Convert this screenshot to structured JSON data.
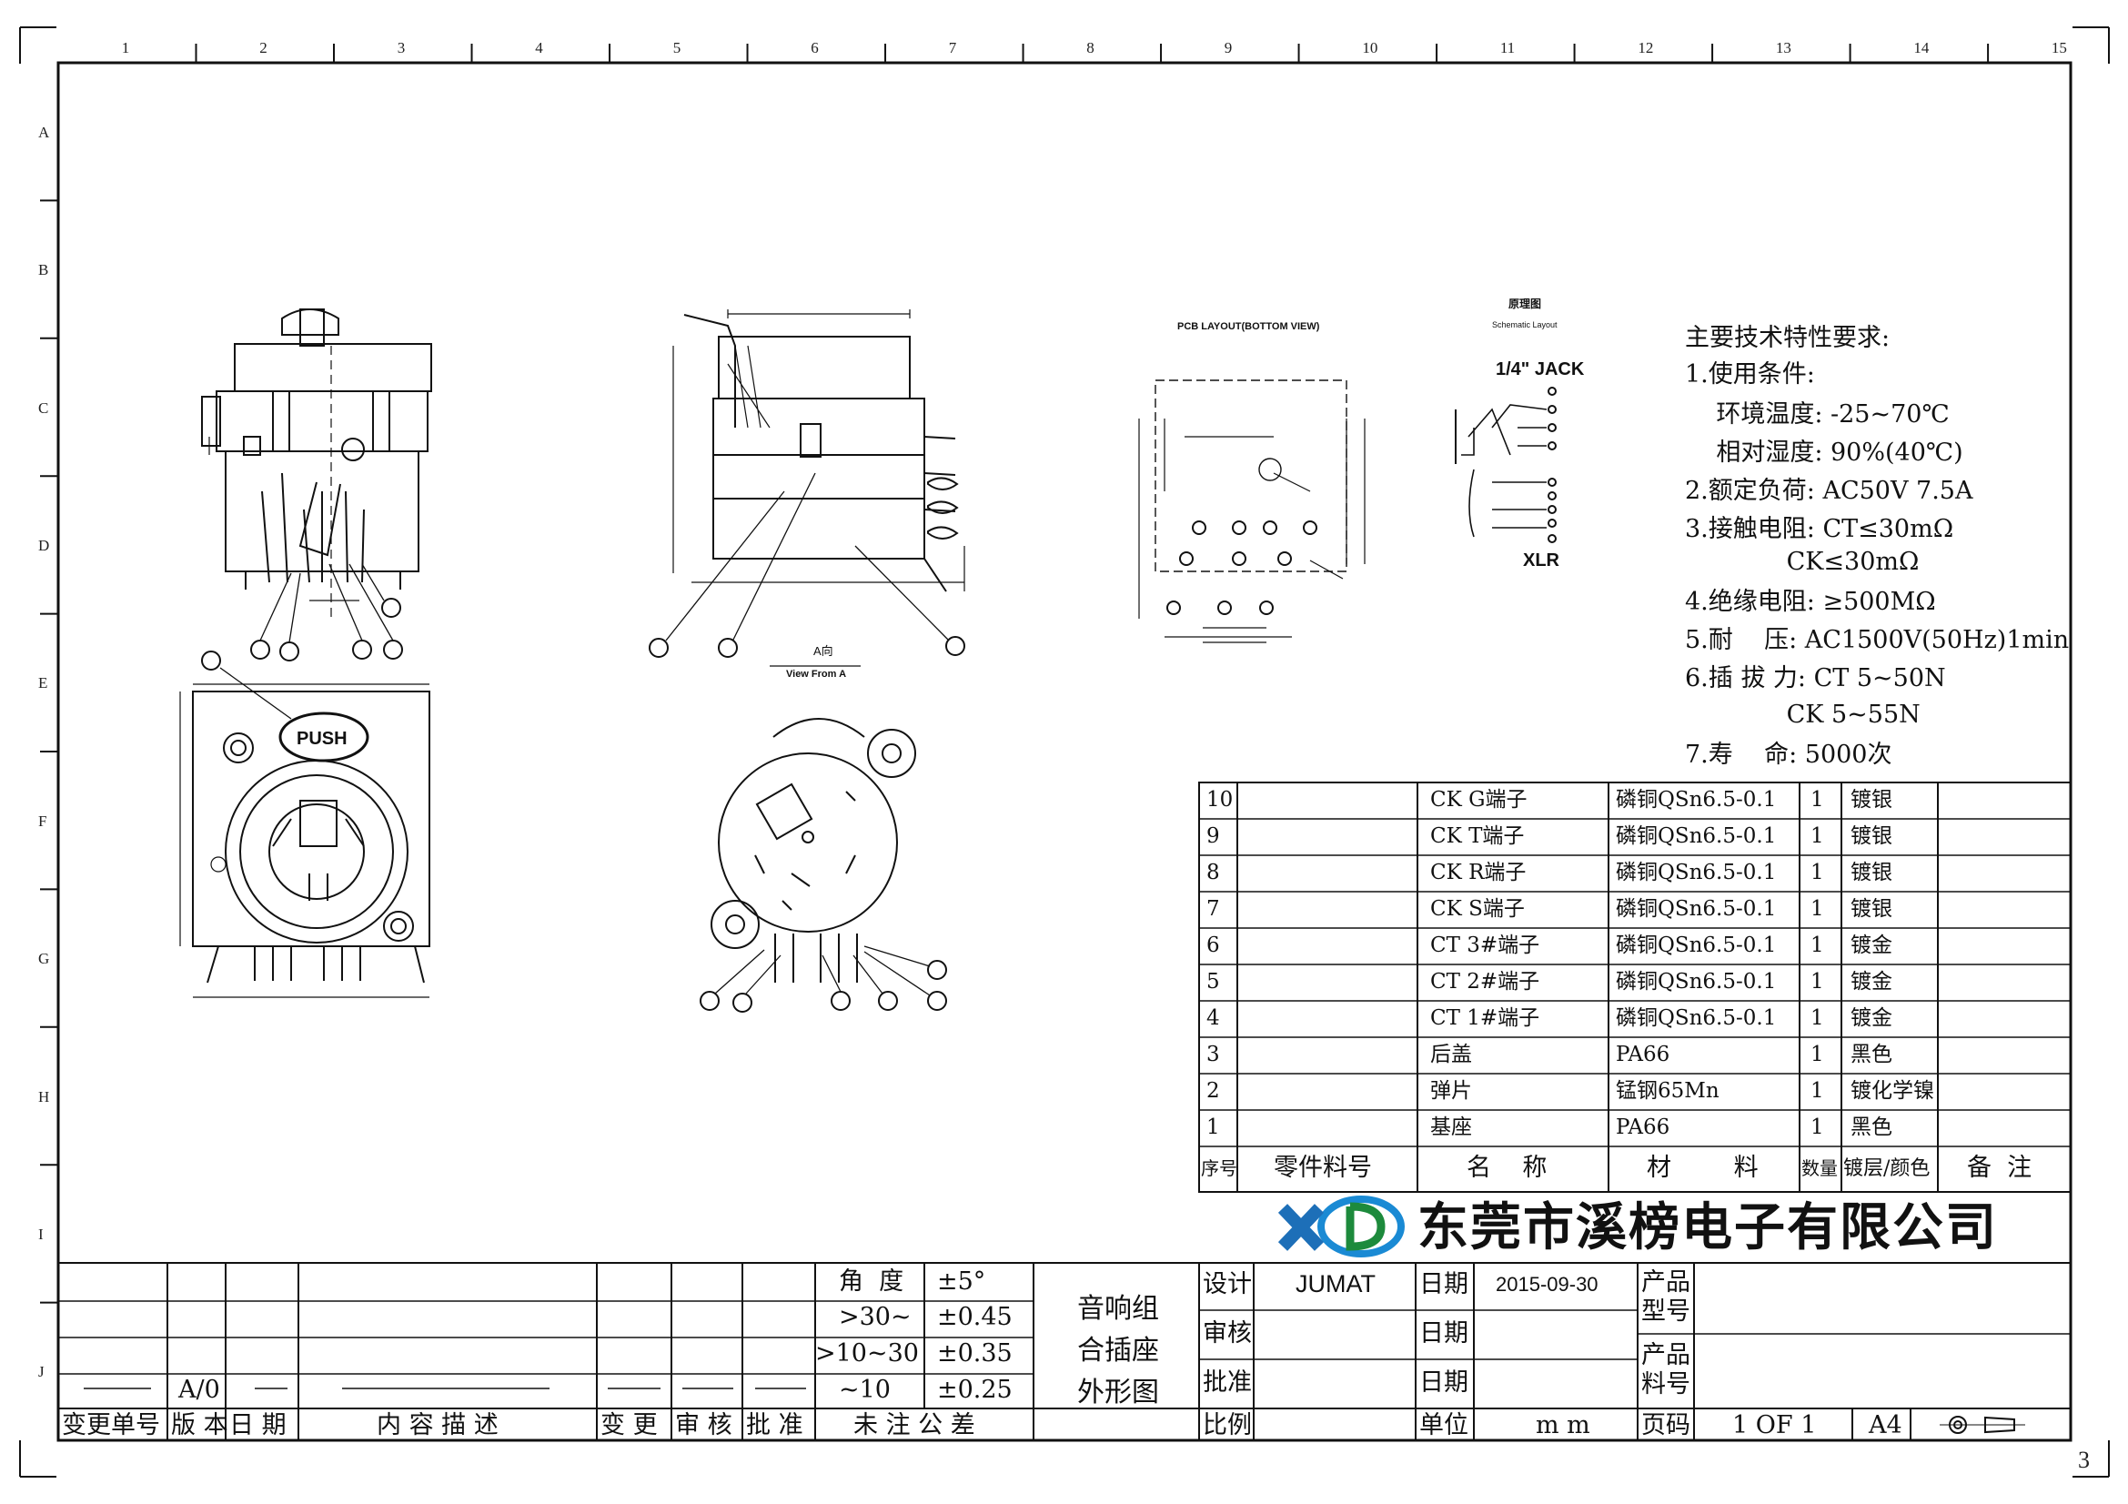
{
  "zones": {
    "columns": [
      "1",
      "2",
      "3",
      "4",
      "5",
      "6",
      "7",
      "8",
      "9",
      "10",
      "11",
      "12",
      "13",
      "14",
      "15"
    ],
    "rows": [
      "A",
      "B",
      "C",
      "D",
      "E",
      "F",
      "G",
      "H",
      "I",
      "J"
    ]
  },
  "sheet_number": "3",
  "views": {
    "view_a_label": "A向",
    "view_a_sub": "View From A",
    "pcb_title": "PCB LAYOUT(BOTTOM VIEW)",
    "schematic_title": "原理图",
    "schematic_sub": "Schematic Layout",
    "jack_label": "1/4\" JACK",
    "xlr_label": "XLR",
    "push_label": "PUSH"
  },
  "requirements": {
    "heading": "主要技术特性要求:",
    "lines": [
      "1.使用条件:",
      "    环境温度: -25~70℃",
      "    相对湿度: 90%(40℃)",
      "2.额定负荷: AC50V 7.5A",
      "3.接触电阻: CT≤30mΩ",
      "             CK≤30mΩ",
      "4.绝缘电阻: ≥500MΩ",
      "5.耐    压: AC1500V(50Hz)1min",
      "6.插 拔 力: CT 5~50N",
      "             CK 5~55N",
      "7.寿    命: 5000次"
    ]
  },
  "bom": {
    "rows": [
      {
        "no": "10",
        "name": "CK G端子",
        "material": "磷铜QSn6.5-0.1",
        "qty": "1",
        "finish": "镀银"
      },
      {
        "no": "9",
        "name": "CK T端子",
        "material": "磷铜QSn6.5-0.1",
        "qty": "1",
        "finish": "镀银"
      },
      {
        "no": "8",
        "name": "CK R端子",
        "material": "磷铜QSn6.5-0.1",
        "qty": "1",
        "finish": "镀银"
      },
      {
        "no": "7",
        "name": "CK S端子",
        "material": "磷铜QSn6.5-0.1",
        "qty": "1",
        "finish": "镀银"
      },
      {
        "no": "6",
        "name": "CT 3#端子",
        "material": "磷铜QSn6.5-0.1",
        "qty": "1",
        "finish": "镀金"
      },
      {
        "no": "5",
        "name": "CT 2#端子",
        "material": "磷铜QSn6.5-0.1",
        "qty": "1",
        "finish": "镀金"
      },
      {
        "no": "4",
        "name": "CT 1#端子",
        "material": "磷铜QSn6.5-0.1",
        "qty": "1",
        "finish": "镀金"
      },
      {
        "no": "3",
        "name": "后盖",
        "material": "PA66",
        "qty": "1",
        "finish": "黑色"
      },
      {
        "no": "2",
        "name": "弹片",
        "material": "锰钢65Mn",
        "qty": "1",
        "finish": "镀化学镍"
      },
      {
        "no": "1",
        "name": "基座",
        "material": "PA66",
        "qty": "1",
        "finish": "黑色"
      }
    ],
    "headers": {
      "no": "序号",
      "part_no": "零件料号",
      "name": "名    称",
      "material": "材        料",
      "qty": "数量",
      "finish": "镀层/颜色",
      "remark": "备  注"
    }
  },
  "company": {
    "name": "东莞市溪榜电子有限公司",
    "logo_text": "XD"
  },
  "title_block": {
    "design_label": "设计",
    "designer": "JUMAT",
    "date_label": "日期",
    "design_date": "2015-09-30",
    "check_label": "审核",
    "approve_label": "批准",
    "scale_label": "比例",
    "unit_label": "单位",
    "unit": "m m",
    "product_model_label": "产品\n型号",
    "product_code_label": "产品\n料号",
    "page_label": "页码",
    "page": "1 OF 1",
    "size": "A4",
    "drawing_title": [
      "音响组",
      "合插座",
      "外形图"
    ]
  },
  "tolerances": {
    "rows": [
      {
        "range": "角  度",
        "value": "±5°"
      },
      {
        "range": ">30~",
        "value": "±0.45"
      },
      {
        "range": ">10~30",
        "value": "±0.35"
      },
      {
        "range": "~10",
        "value": "±0.25"
      }
    ],
    "footer": "未 注 公 差"
  },
  "revision": {
    "version": "A/0",
    "headers": [
      "变更单号",
      "版 本",
      "日 期",
      "内 容 描 述",
      "变 更",
      "审 核",
      "批 准"
    ]
  }
}
